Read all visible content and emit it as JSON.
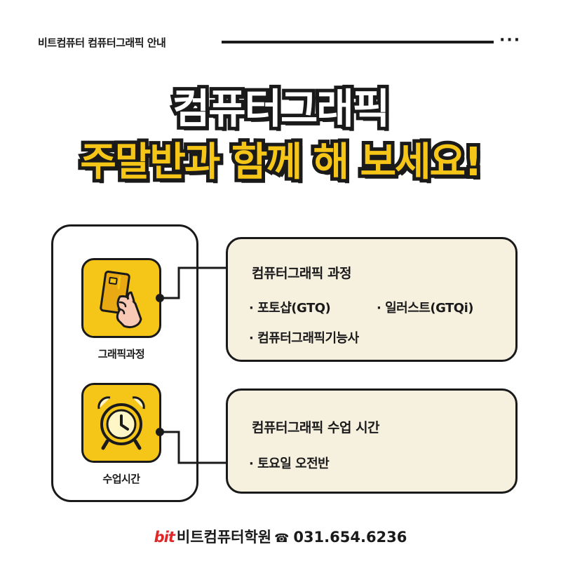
{
  "header": {
    "text": "비트컴퓨터 컴퓨터그래픽 안내",
    "dots": "···"
  },
  "title": {
    "line1": "컴퓨터그래픽",
    "line2": "주말반과 함께 해 보세요!"
  },
  "left": {
    "icons": [
      {
        "label": "그래픽과정",
        "icon": "hand-card-icon"
      },
      {
        "label": "수업시간",
        "icon": "alarm-clock-icon"
      }
    ]
  },
  "cards": [
    {
      "title": "컴퓨터그래픽 과정",
      "items": [
        "· 포토샵(GTQ)",
        "· 일러스트(GTQi)",
        "· 컴퓨터그래픽기능사"
      ]
    },
    {
      "title": "컴퓨터그래픽 수업 시간",
      "items": [
        "· 토요일 오전반"
      ]
    }
  ],
  "footer": {
    "logo": "bit",
    "academy": "비트컴퓨터학원",
    "phone_icon": "☎",
    "phone": "031.654.6236"
  },
  "colors": {
    "accent": "#f5c518",
    "card_bg": "#f6f0df",
    "logo_red": "#e0282b",
    "ink": "#1a1a1a"
  }
}
